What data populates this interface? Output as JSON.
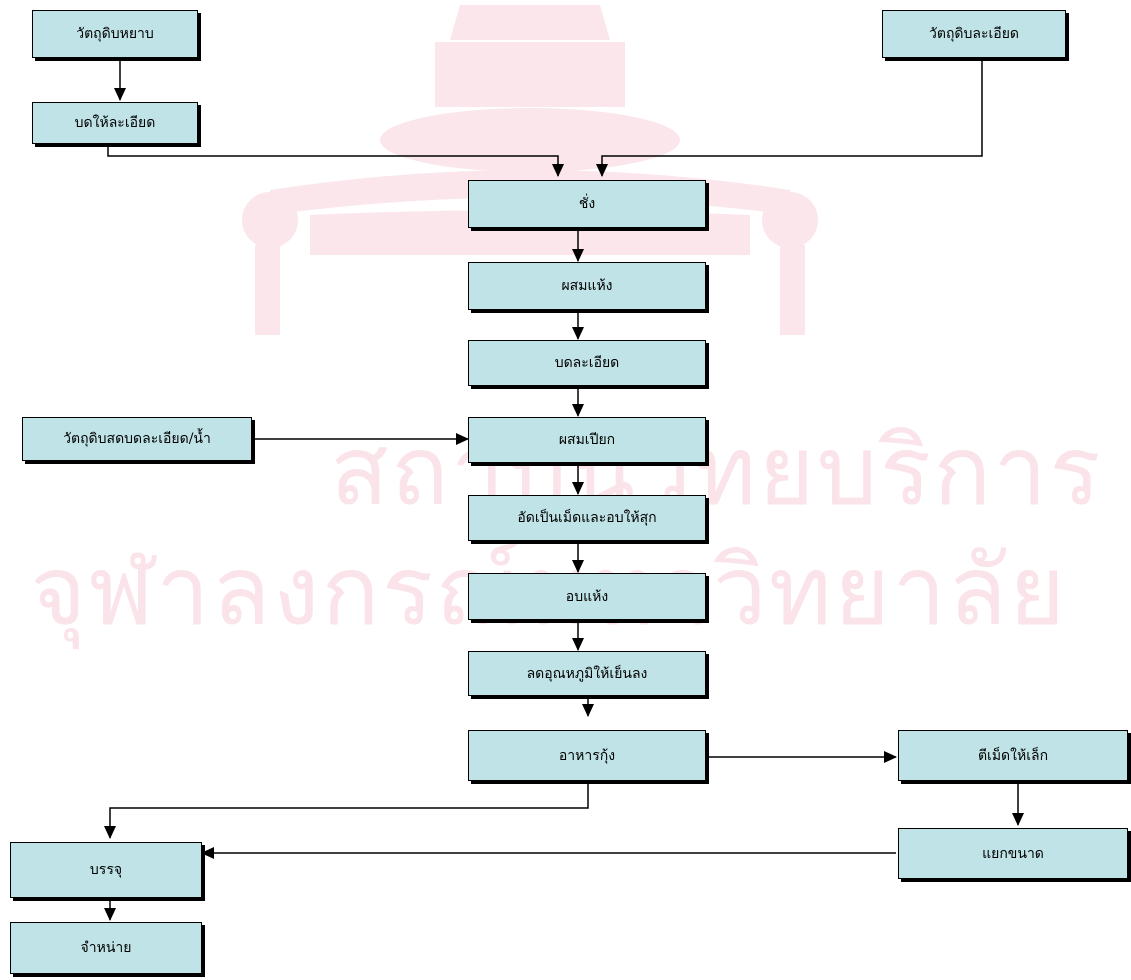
{
  "steps": {
    "raw_coarse": "วัตถุดิบหยาบ",
    "grind_fine": "บดให้ละเอียด",
    "raw_fine": "วัตถุดิบละเอียด",
    "weigh": "ชั่ง",
    "dry_mix": "ผสมแห้ง",
    "fine_grind": "บดละเอียด",
    "wet_input": "วัตถุดิบสดบดละเอียด/น้ำ",
    "wet_mix": "ผสมเปียก",
    "pellet_steam": "อัดเป็นเม็ดและอบให้สุก",
    "dry_bake": "อบแห้ง",
    "cool": "ลดอุณหภูมิให้เย็นลง",
    "shrimp_feed": "อาหารกุ้ง",
    "crumble": "ตีเม็ดให้เล็ก",
    "sieve": "แยกขนาด",
    "pack": "บรรจุ",
    "sell": "จำหน่าย"
  },
  "watermark": {
    "line1": "สถาบันวิทยบริการ",
    "line2": "จุฬาลงกรณ์มหาวิทยาลัย"
  },
  "colors": {
    "box_fill": "#bfe3e6",
    "line": "#000000",
    "watermark": "#fbe3ea"
  }
}
